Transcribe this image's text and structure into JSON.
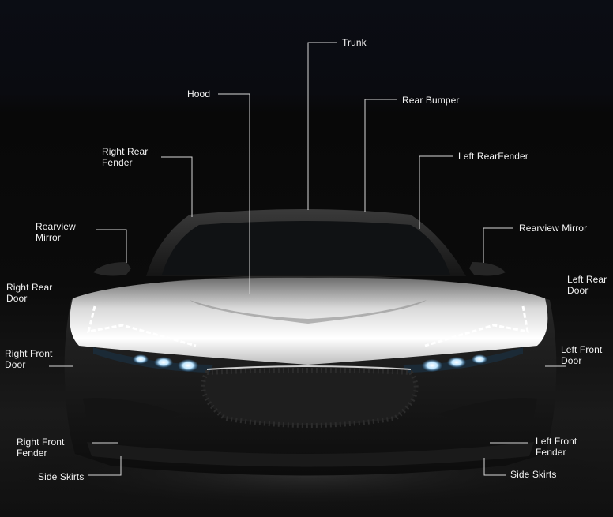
{
  "labels": {
    "trunk": "Trunk",
    "hood": "Hood",
    "rear_bumper": "Rear Bumper",
    "right_rear_fender": "Right Rear\nFender",
    "left_rear_fender": "Left RearFender",
    "rearview_mirror_right": "Rearview\nMirror",
    "rearview_mirror_left": "Rearview Mirror",
    "right_rear_door": "Right Rear\nDoor",
    "left_rear_door": "Left Rear\nDoor",
    "right_front_door": "Right Front\nDoor",
    "left_front_door": "Left Front\nDoor",
    "right_front_fender": "Right Front\nFender",
    "left_front_fender": "Left Front\nFender",
    "side_skirts_right": "Side Skirts",
    "side_skirts_left": "Side Skirts"
  },
  "colors": {
    "leader_line": "#d8d8d8",
    "label_text": "#f2f2f2",
    "headlight": "#bfe6ff"
  }
}
